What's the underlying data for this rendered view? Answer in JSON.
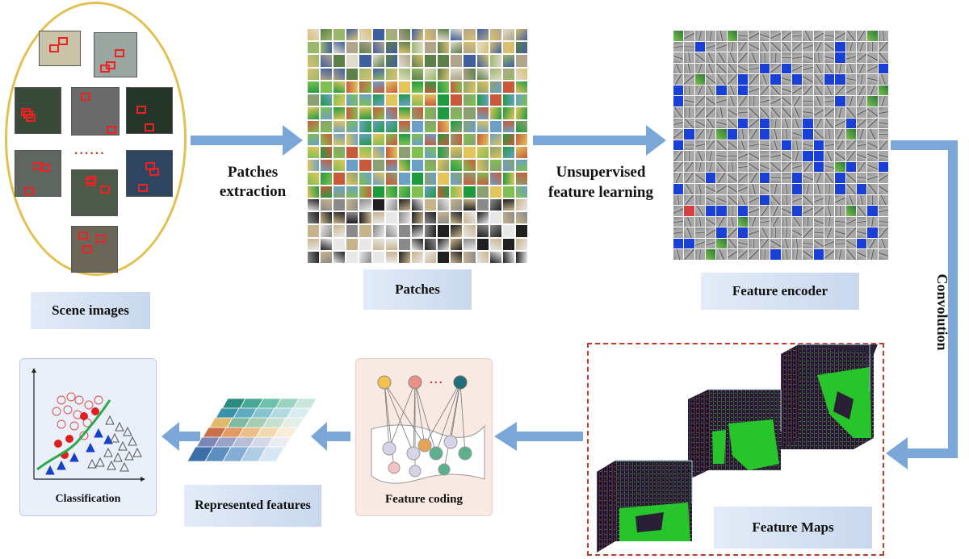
{
  "labels": {
    "scene_images": "Scene images",
    "patches": "Patches",
    "feature_encoder": "Feature encoder",
    "feature_maps": "Feature Maps",
    "feature_coding": "Feature coding",
    "represented_features": "Represented features",
    "classification": "Classification"
  },
  "arrows": {
    "patches_extraction": "Patches extraction",
    "unsupervised_feature_learning": "Unsupervised feature learning",
    "convolution": "Convolution"
  },
  "ellipsis_scene": "......",
  "ellipsis_small": "...",
  "ellipsis_maps": "...",
  "colors": {
    "arrow": "#7ba7d8",
    "ellipse_border": "#e2c052",
    "label_box": "#d4e1f2",
    "dashed_border": "#c0392b",
    "feature_coding_bg": "#f8e9e3",
    "classification_bg": "#eaf0f9"
  }
}
